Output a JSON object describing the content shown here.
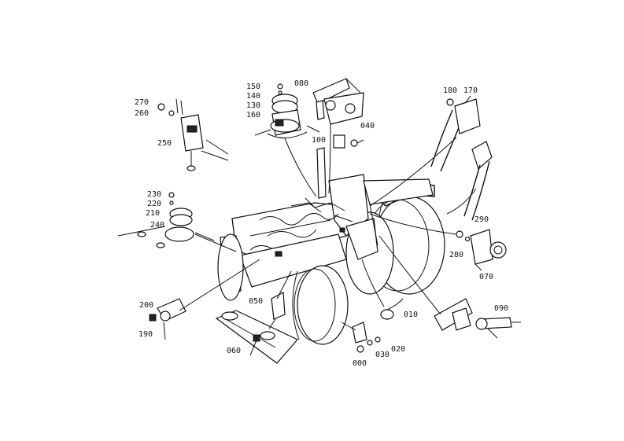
{
  "labels": {
    "p010": "010",
    "p020": "020",
    "p030": "030",
    "p040": "040",
    "p050": "050",
    "p060": "060",
    "p070": "070",
    "p080": "080",
    "p090": "090",
    "p100": "100",
    "p130": "130",
    "p140": "140",
    "p150": "150",
    "p160": "160",
    "p170": "170",
    "p180": "180",
    "p190": "190",
    "p200": "200",
    "p210": "210",
    "p220": "220",
    "p230": "230",
    "p240": "240",
    "p250": "250",
    "p260": "260",
    "p270": "270",
    "p280": "280",
    "p290": "290",
    "p000": "000"
  }
}
